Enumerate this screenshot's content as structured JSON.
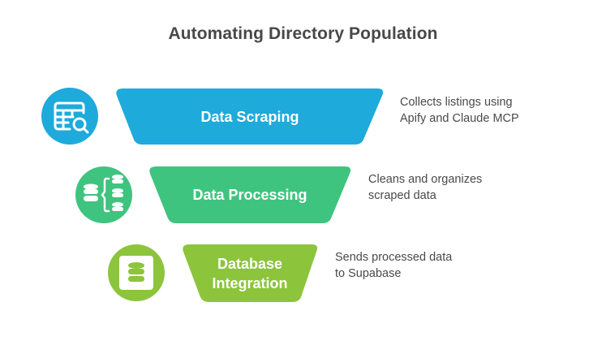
{
  "title": "Automating Directory Population",
  "stages": [
    {
      "label_lines": [
        "Data Scraping"
      ],
      "description_lines": [
        "Collects listings using",
        "Apify and Claude MCP"
      ],
      "icon": "table-search-icon",
      "color": "#1eaadb"
    },
    {
      "label_lines": [
        "Data Processing"
      ],
      "description_lines": [
        "Cleans and organizes",
        "scraped data"
      ],
      "icon": "database-transform-icon",
      "color": "#3ec47f"
    },
    {
      "label_lines": [
        "Database",
        "Integration"
      ],
      "description_lines": [
        "Sends processed data",
        "to Supabase"
      ],
      "icon": "database-icon",
      "color": "#8cc43c"
    }
  ]
}
